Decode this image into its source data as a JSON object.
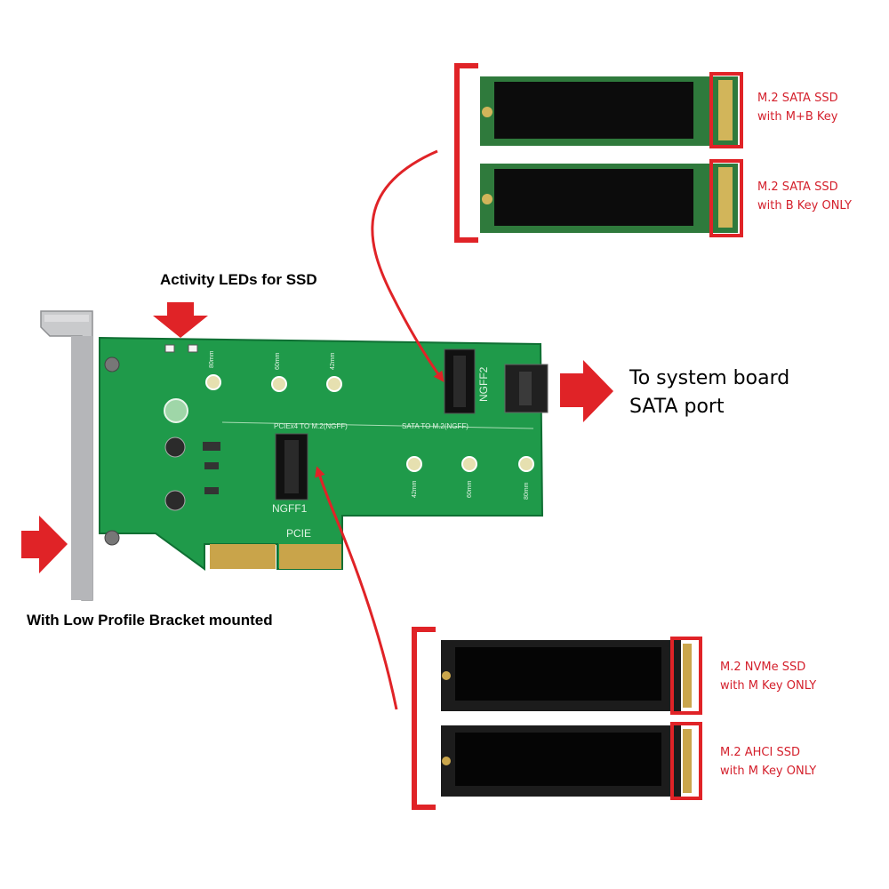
{
  "captions": {
    "activity_leds": "Activity LEDs for SSD",
    "bracket": "With Low Profile Bracket mounted",
    "system_port_line1": "To system board",
    "system_port_line2": "SATA port"
  },
  "pcb": {
    "slot_pcie": "PCIEx4 TO M.2(NGFF)",
    "slot_sata": "SATA TO M.2(NGFF)",
    "ngff1": "NGFF1",
    "ngff2": "NGFF2",
    "pcie": "PCIE",
    "mark_80": "80mm",
    "mark_60": "60mm",
    "mark_42": "42mm"
  },
  "drives": {
    "sata_mb": {
      "line1": "M.2 SATA SSD",
      "line2": "with M+B Key"
    },
    "sata_b": {
      "line1": "M.2 SATA SSD",
      "line2": "with B Key ONLY"
    },
    "nvme": {
      "line1": "M.2 NVMe SSD",
      "line2": "with M Key ONLY"
    },
    "ahci": {
      "line1": "M.2 AHCI SSD",
      "line2": "with M Key ONLY"
    }
  },
  "colors": {
    "accent_red": "#e02327",
    "pcb_green": "#1f9a4a",
    "label_red": "#d4202c"
  }
}
